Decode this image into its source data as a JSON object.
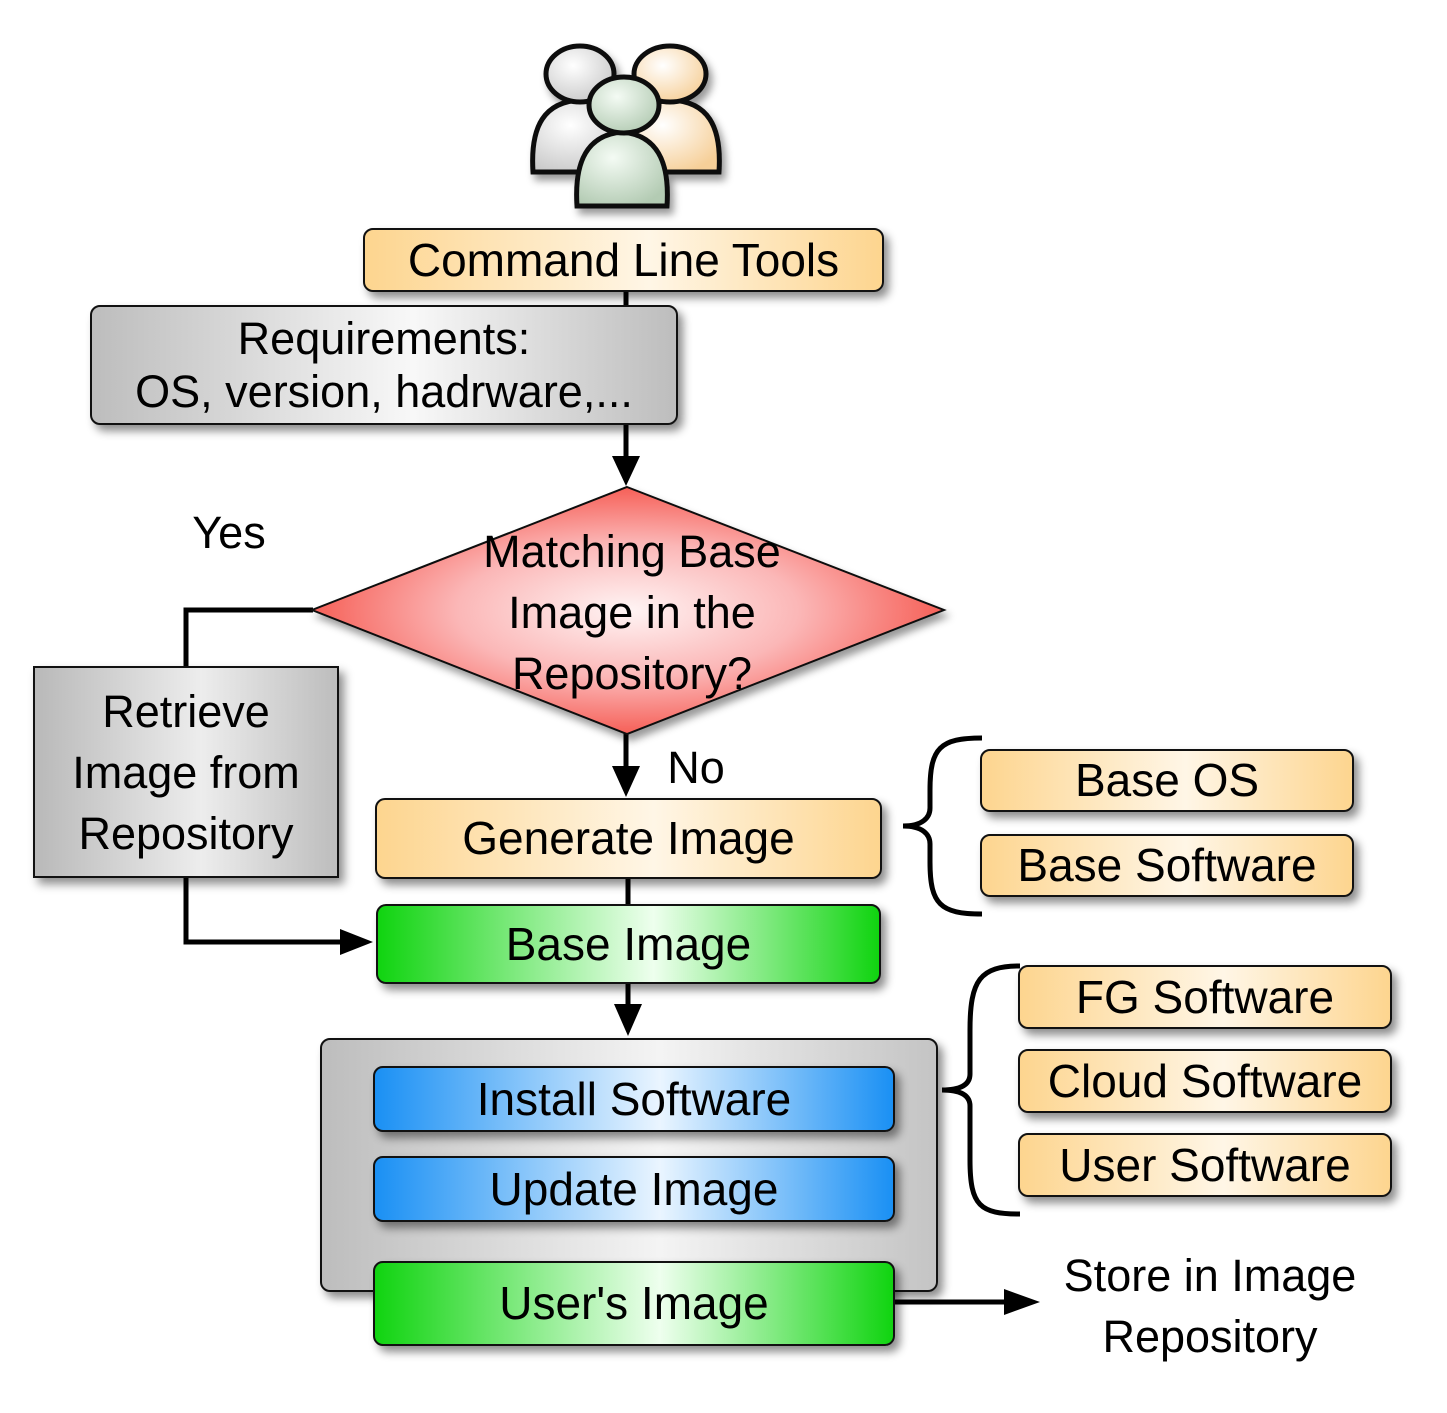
{
  "nodes": {
    "command_line_tools": "Command Line Tools",
    "requirements_line1": "Requirements:",
    "requirements_line2": "OS, version, hadrware,...",
    "decision_line1": "Matching Base",
    "decision_line2": "Image in the",
    "decision_line3": "Repository?",
    "retrieve_line1": "Retrieve",
    "retrieve_line2": "Image from",
    "retrieve_line3": "Repository",
    "generate_image": "Generate Image",
    "base_image": "Base Image",
    "install_software": "Install Software",
    "update_image": "Update Image",
    "users_image": "User's Image"
  },
  "edge_labels": {
    "yes": "Yes",
    "no": "No",
    "store_line1": "Store in Image",
    "store_line2": "Repository"
  },
  "base_components": [
    "Base OS",
    "Base Software"
  ],
  "software_components": [
    "FG Software",
    "Cloud Software",
    "User Software"
  ],
  "colors": {
    "orange": "#fdd58f",
    "green": "#10d410",
    "blue": "#1a90f4",
    "decision_red": "#f43a2e",
    "gray": "#bdbdbd"
  },
  "icons": {
    "users": "users-group-icon"
  }
}
